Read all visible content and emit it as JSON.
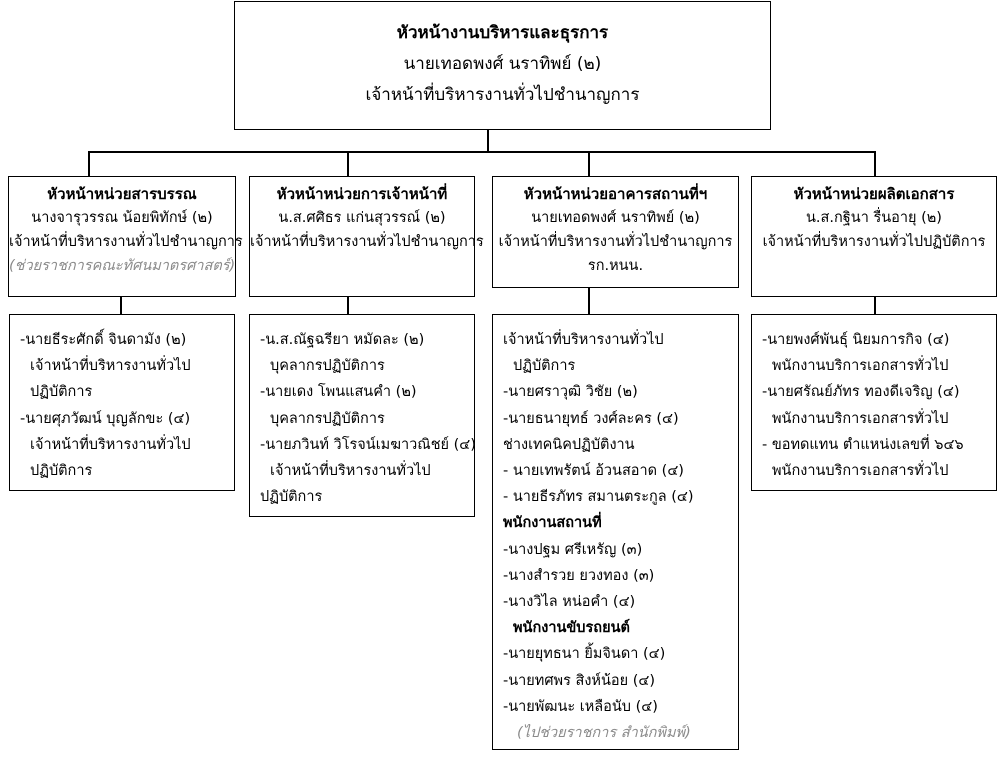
{
  "top": {
    "lines": [
      "หัวหน้างานบริหารและธุรการ",
      "นายเทอดพงศ์  นราทิพย์ (๒)",
      "เจ้าหน้าที่บริหารงานทั่วไปชำนาญการ"
    ]
  },
  "units": [
    {
      "lines": [
        "หัวหน้าหน่วยสารบรรณ",
        "นางจารุวรรณ  น้อยพิทักษ์ (๒)",
        "เจ้าหน้าที่บริหารงานทั่วไปชำนาญการ"
      ],
      "note": "(ช่วยราชการคณะทัศนมาตรศาสตร์)"
    },
    {
      "lines": [
        "หัวหน้าหน่วยการเจ้าหน้าที่",
        "น.ส.ศศิธร  แก่นสุวรรณ์ (๒)",
        "เจ้าหน้าที่บริหารงานทั่วไปชำนาญการ"
      ]
    },
    {
      "lines": [
        "หัวหน้าหน่วยอาคารสถานที่ฯ",
        "นายเทอดพงศ์  นราทิพย์ (๒)",
        "เจ้าหน้าที่บริหารงานทั่วไปชำนาญการ",
        "รก.หนน."
      ]
    },
    {
      "lines": [
        "หัวหน้าหน่วยผลิตเอกสาร",
        "น.ส.กฐินา  รื่นอายุ (๒)",
        "เจ้าหน้าที่บริหารงานทั่วไปปฏิบัติการ"
      ]
    }
  ],
  "lists": [
    {
      "lines": [
        "-นายธีระศักดิ์  จินดามัง (๒)",
        "เจ้าหน้าที่บริหารงานทั่วไป",
        "ปฏิบัติการ",
        "-นายศุภวัฒน์  บุญลักขะ (๔)",
        "เจ้าหน้าที่บริหารงานทั่วไป",
        "ปฏิบัติการ"
      ]
    },
    {
      "lines": [
        "-น.ส.ณัฐฉรียา หมัดละ (๒)",
        "บุคลากรปฏิบัติการ",
        "-นายเดง โพนแสนคำ (๒)",
        "บุคลากรปฏิบัติการ",
        "-นายภวินท์ วิโรจน์เมฆาวณิชย์ (๔)",
        "เจ้าหน้าที่บริหารงานทั่วไป",
        "ปฏิบัติการ"
      ]
    },
    {
      "lines": [
        "เจ้าหน้าที่บริหารงานทั่วไป",
        "ปฏิบัติการ",
        "-นายศราวุฒิ วิชัย (๒)",
        "-นายธนายุทธ์ วงศ์ละคร (๔)",
        "ช่างเทคนิคปฏิบัติงาน",
        "- นายเทพรัตน์ อ้วนสอาด (๔)",
        "- นายธีรภัทร สมานตระกูล (๔)",
        "พนักงานสถานที่",
        "-นางปฐม  ศรีเหรัญ (๓)",
        "-นางสำรวย  ยวงทอง (๓)",
        "-นางวิไล หน่อคำ (๔)",
        "พนักงานขับรถยนต์",
        "-นายยุทธนา ยิ้มจินดา (๔)",
        "-นายทศพร  สิงห์น้อย (๔)",
        "-นายพัฒนะ เหลือนับ (๔)"
      ],
      "note": "(ไปช่วยราชการ สำนักพิมพ์)"
    },
    {
      "lines": [
        "-นายพงศ์พันธุ์ นิยมการกิจ (๔)",
        "พนักงานบริการเอกสารทั่วไป",
        "-นายศรัณย์ภัทร ทองดีเจริญ (๔)",
        "พนักงานบริการเอกสารทั่วไป",
        "- ขอทดแทน ตำแหน่งเลขที่ ๖๔๖",
        "พนักงานบริการเอกสารทั่วไป"
      ]
    }
  ]
}
